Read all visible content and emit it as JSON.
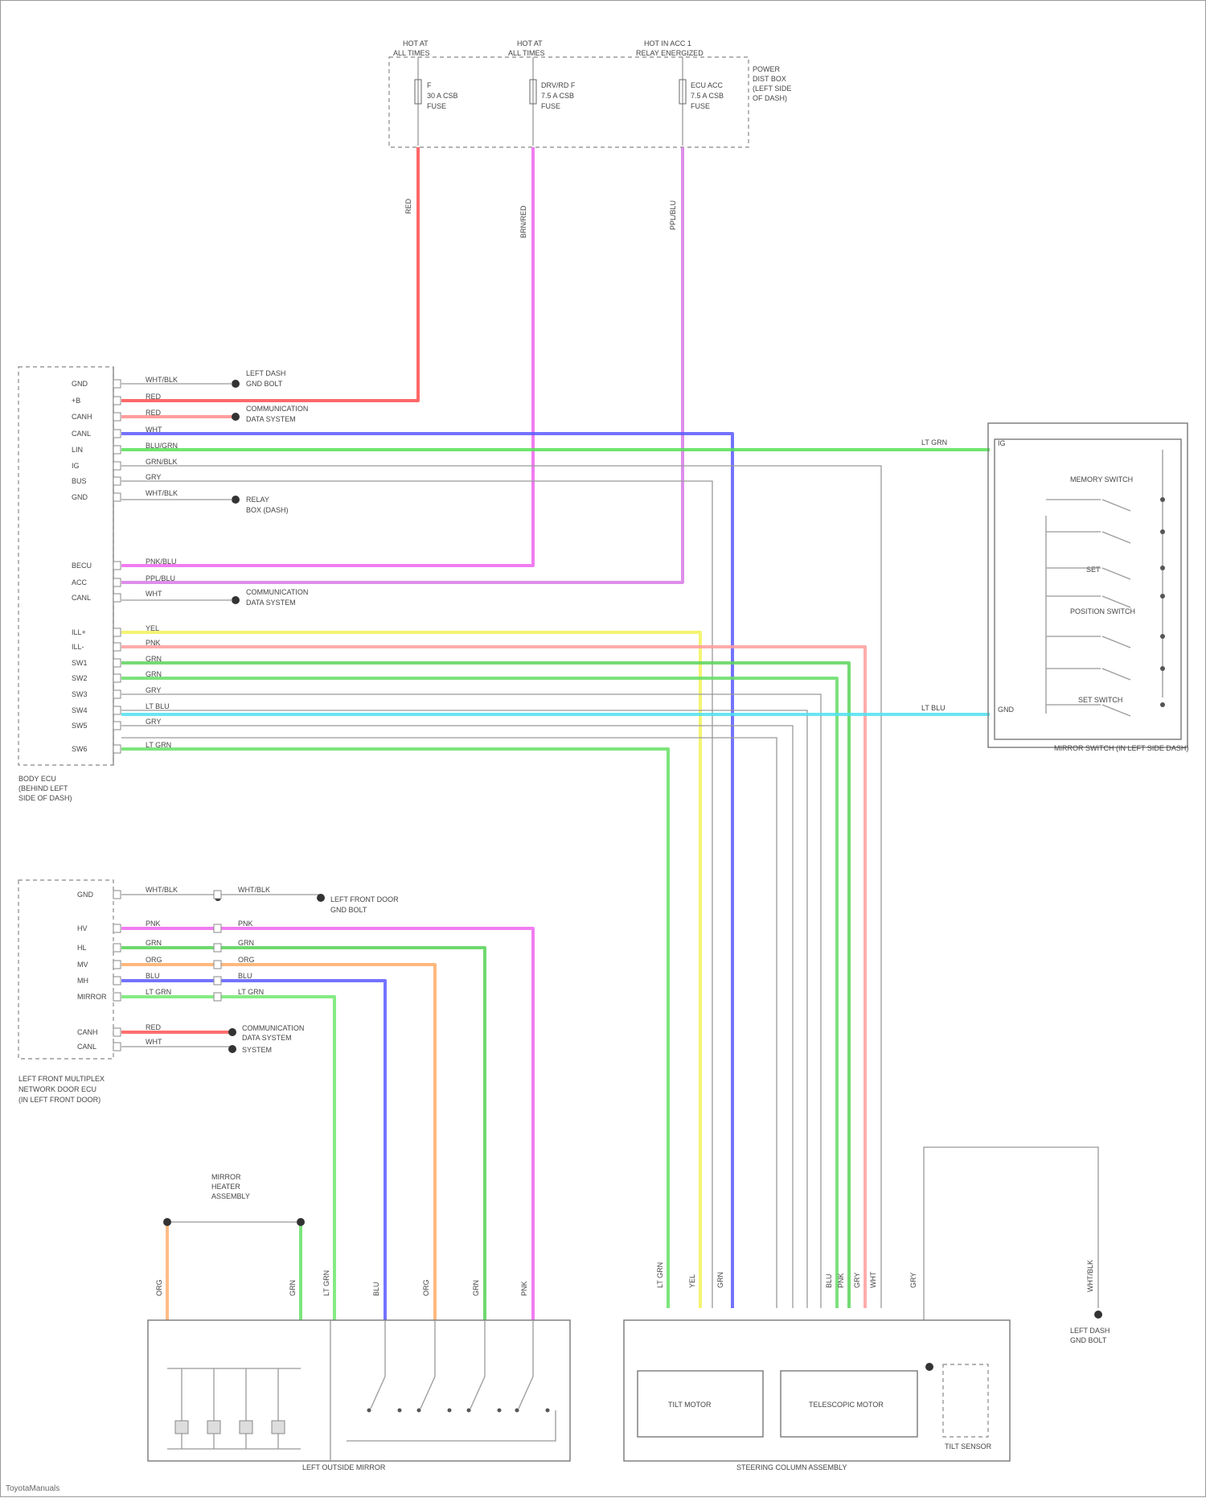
{
  "fuse_box": {
    "fuses": [
      {
        "top1": "HOT AT",
        "top2": "ALL TIMES",
        "name": "F",
        "line2": "30 A CSB",
        "line3": "FUSE"
      },
      {
        "top1": "HOT AT",
        "top2": "ALL TIMES",
        "name": "DRV/RD F",
        "line2": "7.5 A CSB",
        "line3": "FUSE"
      },
      {
        "top1": "HOT IN ACC 1",
        "top2": "RELAY ENERGIZED",
        "name": "ECU ACC",
        "line2": "7.5 A CSB",
        "line3": "FUSE"
      }
    ],
    "panel_label": [
      "POWER",
      "DIST BOX",
      "(LEFT SIDE",
      "OF DASH)"
    ],
    "wire_labels": [
      "RED",
      "BRN/RED",
      "PPL/BLU"
    ]
  },
  "body_ecu": {
    "label": [
      "BODY ECU",
      "(BEHIND LEFT",
      "SIDE OF DASH)"
    ],
    "pins": [
      {
        "name": "GND",
        "wire": "WHT/BLK"
      },
      {
        "name": "+B",
        "wire": "RED"
      },
      {
        "name": "CANH",
        "wire": "RED"
      },
      {
        "name": "CANL",
        "wire": "WHT"
      },
      {
        "name": "LIN",
        "wire": "BLU/GRN"
      },
      {
        "name": "IG",
        "wire": "GRN/BLK"
      },
      {
        "name": "BUS",
        "wire": "GRY"
      },
      {
        "name": "GND",
        "wire": "WHT/BLK"
      },
      {
        "name": "BECU",
        "wire": "PNK/BLU"
      },
      {
        "name": "ACC",
        "wire": "PPL/BLU"
      },
      {
        "name": "CANL",
        "wire": "WHT"
      },
      {
        "name": "ILL+",
        "wire": "YEL"
      },
      {
        "name": "ILL-",
        "wire": "PNK"
      },
      {
        "name": "SW1",
        "wire": "GRN"
      },
      {
        "name": "SW2",
        "wire": "GRN"
      },
      {
        "name": "SW3",
        "wire": "GRY"
      },
      {
        "name": "SW4",
        "wire": "LT BLU"
      },
      {
        "name": "SW5",
        "wire": "GRY"
      },
      {
        "name": "SW6",
        "wire": "LT GRN"
      }
    ],
    "refs": [
      {
        "text": [
          "LEFT DASH",
          "GND BOLT"
        ]
      },
      {
        "text": [
          "COMMUNICATION",
          "DATA SYSTEM"
        ]
      },
      {
        "text": [
          "RELAY",
          "BOX (DASH)"
        ]
      },
      {
        "text": [
          "COMMUNICATION",
          "DATA SYSTEM"
        ]
      }
    ]
  },
  "dash_switch": {
    "label": [
      "MIRROR SWITCH (IN LEFT SIDE DASH)"
    ],
    "wires": [
      "LT GRN",
      "LT BLU"
    ],
    "pins": [
      "IG",
      "GND"
    ],
    "parts": [
      "MEMORY SWITCH",
      "SET",
      "POSITION SWITCH",
      "SET SWITCH"
    ]
  },
  "door_ecu": {
    "label": [
      "LEFT FRONT MULTIPLEX",
      "NETWORK DOOR ECU",
      "(IN LEFT FRONT DOOR)"
    ],
    "pins": [
      "GND",
      "HV",
      "HL",
      "MV",
      "MH",
      "MIRROR",
      "CANH",
      "CANL"
    ],
    "wires": [
      "WHT/BLK",
      "PNK",
      "GRN",
      "ORG",
      "BLU",
      "LT GRN",
      "RED",
      "WHT"
    ],
    "right_wires": [
      "WHT/BLK",
      "PNK",
      "GRN",
      "ORG",
      "BLU",
      "LT GRN"
    ],
    "refs": [
      {
        "text": [
          "LEFT FRONT DOOR",
          "GND BOLT"
        ]
      },
      {
        "text": [
          "COMMUNICATION",
          "DATA SYSTEM"
        ]
      },
      {
        "text": [
          "SYSTEM"
        ]
      }
    ]
  },
  "mirror": {
    "label": [
      "MIRROR",
      "HEATER",
      "ASSEMBLY"
    ],
    "wires": [
      "ORG",
      "GRN",
      "LT GRN",
      "BLU",
      "ORG",
      "GRN",
      "PNK"
    ],
    "footer": "LEFT OUTSIDE MIRROR"
  },
  "steering": {
    "parts": [
      "TILT MOTOR",
      "TELESCOPIC MOTOR",
      "TILT SENSOR"
    ],
    "footer": "STEERING COLUMN ASSEMBLY",
    "wires": [
      "LT GRN",
      "YEL",
      "GRN",
      "BLU",
      "PNK",
      "GRY",
      "WHT",
      "GRY"
    ],
    "ground": {
      "wire": "WHT/BLK",
      "ref": [
        "LEFT DASH",
        "GND BOLT"
      ]
    }
  },
  "watermark": "ToyotaManuals"
}
